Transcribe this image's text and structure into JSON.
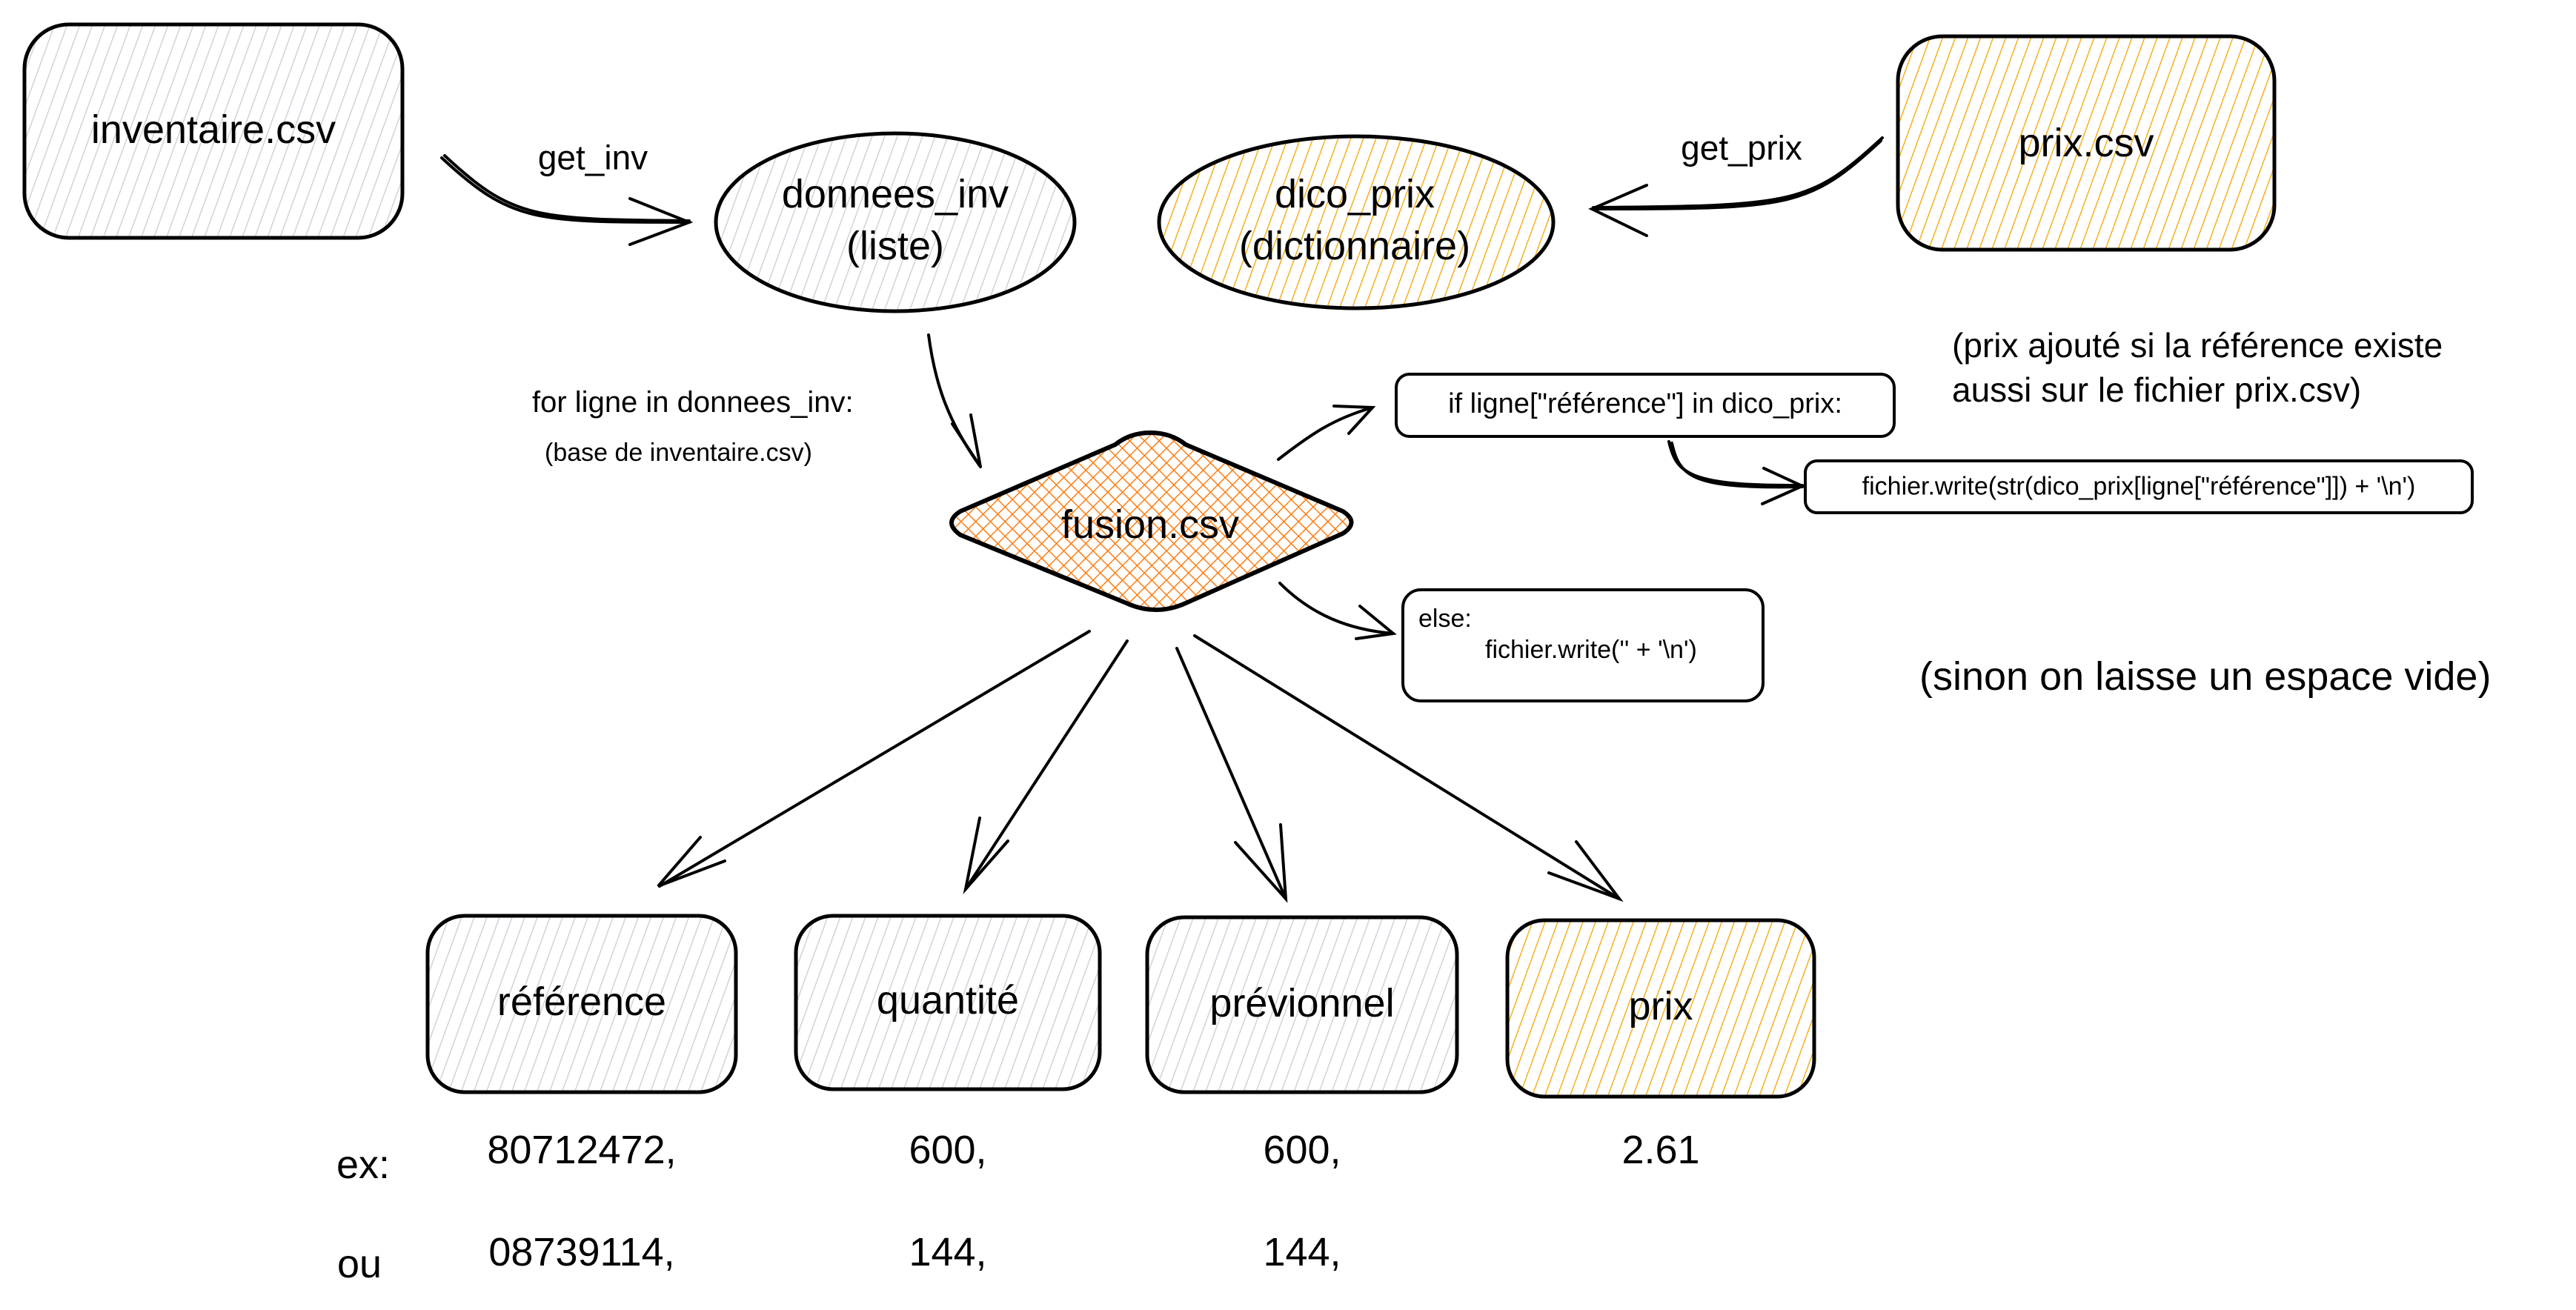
{
  "colors": {
    "gray_fill": "#ced4da",
    "yellow_fill": "#f5b01e",
    "orange_fill": "#fd7e14",
    "stroke": "#000000"
  },
  "nodes": {
    "inventaire": {
      "label": "inventaire.csv",
      "fill": "gray",
      "shape": "rounded-rect"
    },
    "donnees_inv": {
      "line1": "donnees_inv",
      "line2": "(liste)",
      "fill": "gray",
      "shape": "ellipse"
    },
    "dico_prix": {
      "line1": "dico_prix",
      "line2": "(dictionnaire)",
      "fill": "yellow",
      "shape": "ellipse"
    },
    "prix_csv": {
      "label": "prix.csv",
      "fill": "yellow",
      "shape": "rounded-rect"
    },
    "fusion": {
      "label": "fusion.csv",
      "fill": "orange",
      "shape": "diamond"
    },
    "if_box": {
      "label": "if ligne[\"référence\"] in dico_prix:"
    },
    "write_box": {
      "label": "fichier.write(str(dico_prix[ligne[\"référence\"]]) + '\\n')"
    },
    "else_box": {
      "line1": "else:",
      "line2": "fichier.write('' + '\\n')"
    }
  },
  "edges": {
    "get_inv": "get_inv",
    "get_prix": "get_prix",
    "loop_line1": "for ligne in donnees_inv:",
    "loop_line2": "(base de inventaire.csv)"
  },
  "notes": {
    "if_note_line1": "(prix ajouté si la référence existe",
    "if_note_line2": "aussi sur le fichier prix.csv)",
    "else_note": "(sinon on laisse un espace vide)"
  },
  "columns": [
    {
      "label": "référence",
      "fill": "gray"
    },
    {
      "label": "quantité",
      "fill": "gray"
    },
    {
      "label": "prévionnel",
      "fill": "gray"
    },
    {
      "label": "prix",
      "fill": "yellow"
    }
  ],
  "examples": [
    {
      "prefix": "ex:",
      "values": [
        "80712472,",
        "600,",
        "600,",
        "2.61"
      ]
    },
    {
      "prefix": "ou",
      "values": [
        "08739114,",
        "144,",
        "144,",
        ""
      ]
    }
  ]
}
